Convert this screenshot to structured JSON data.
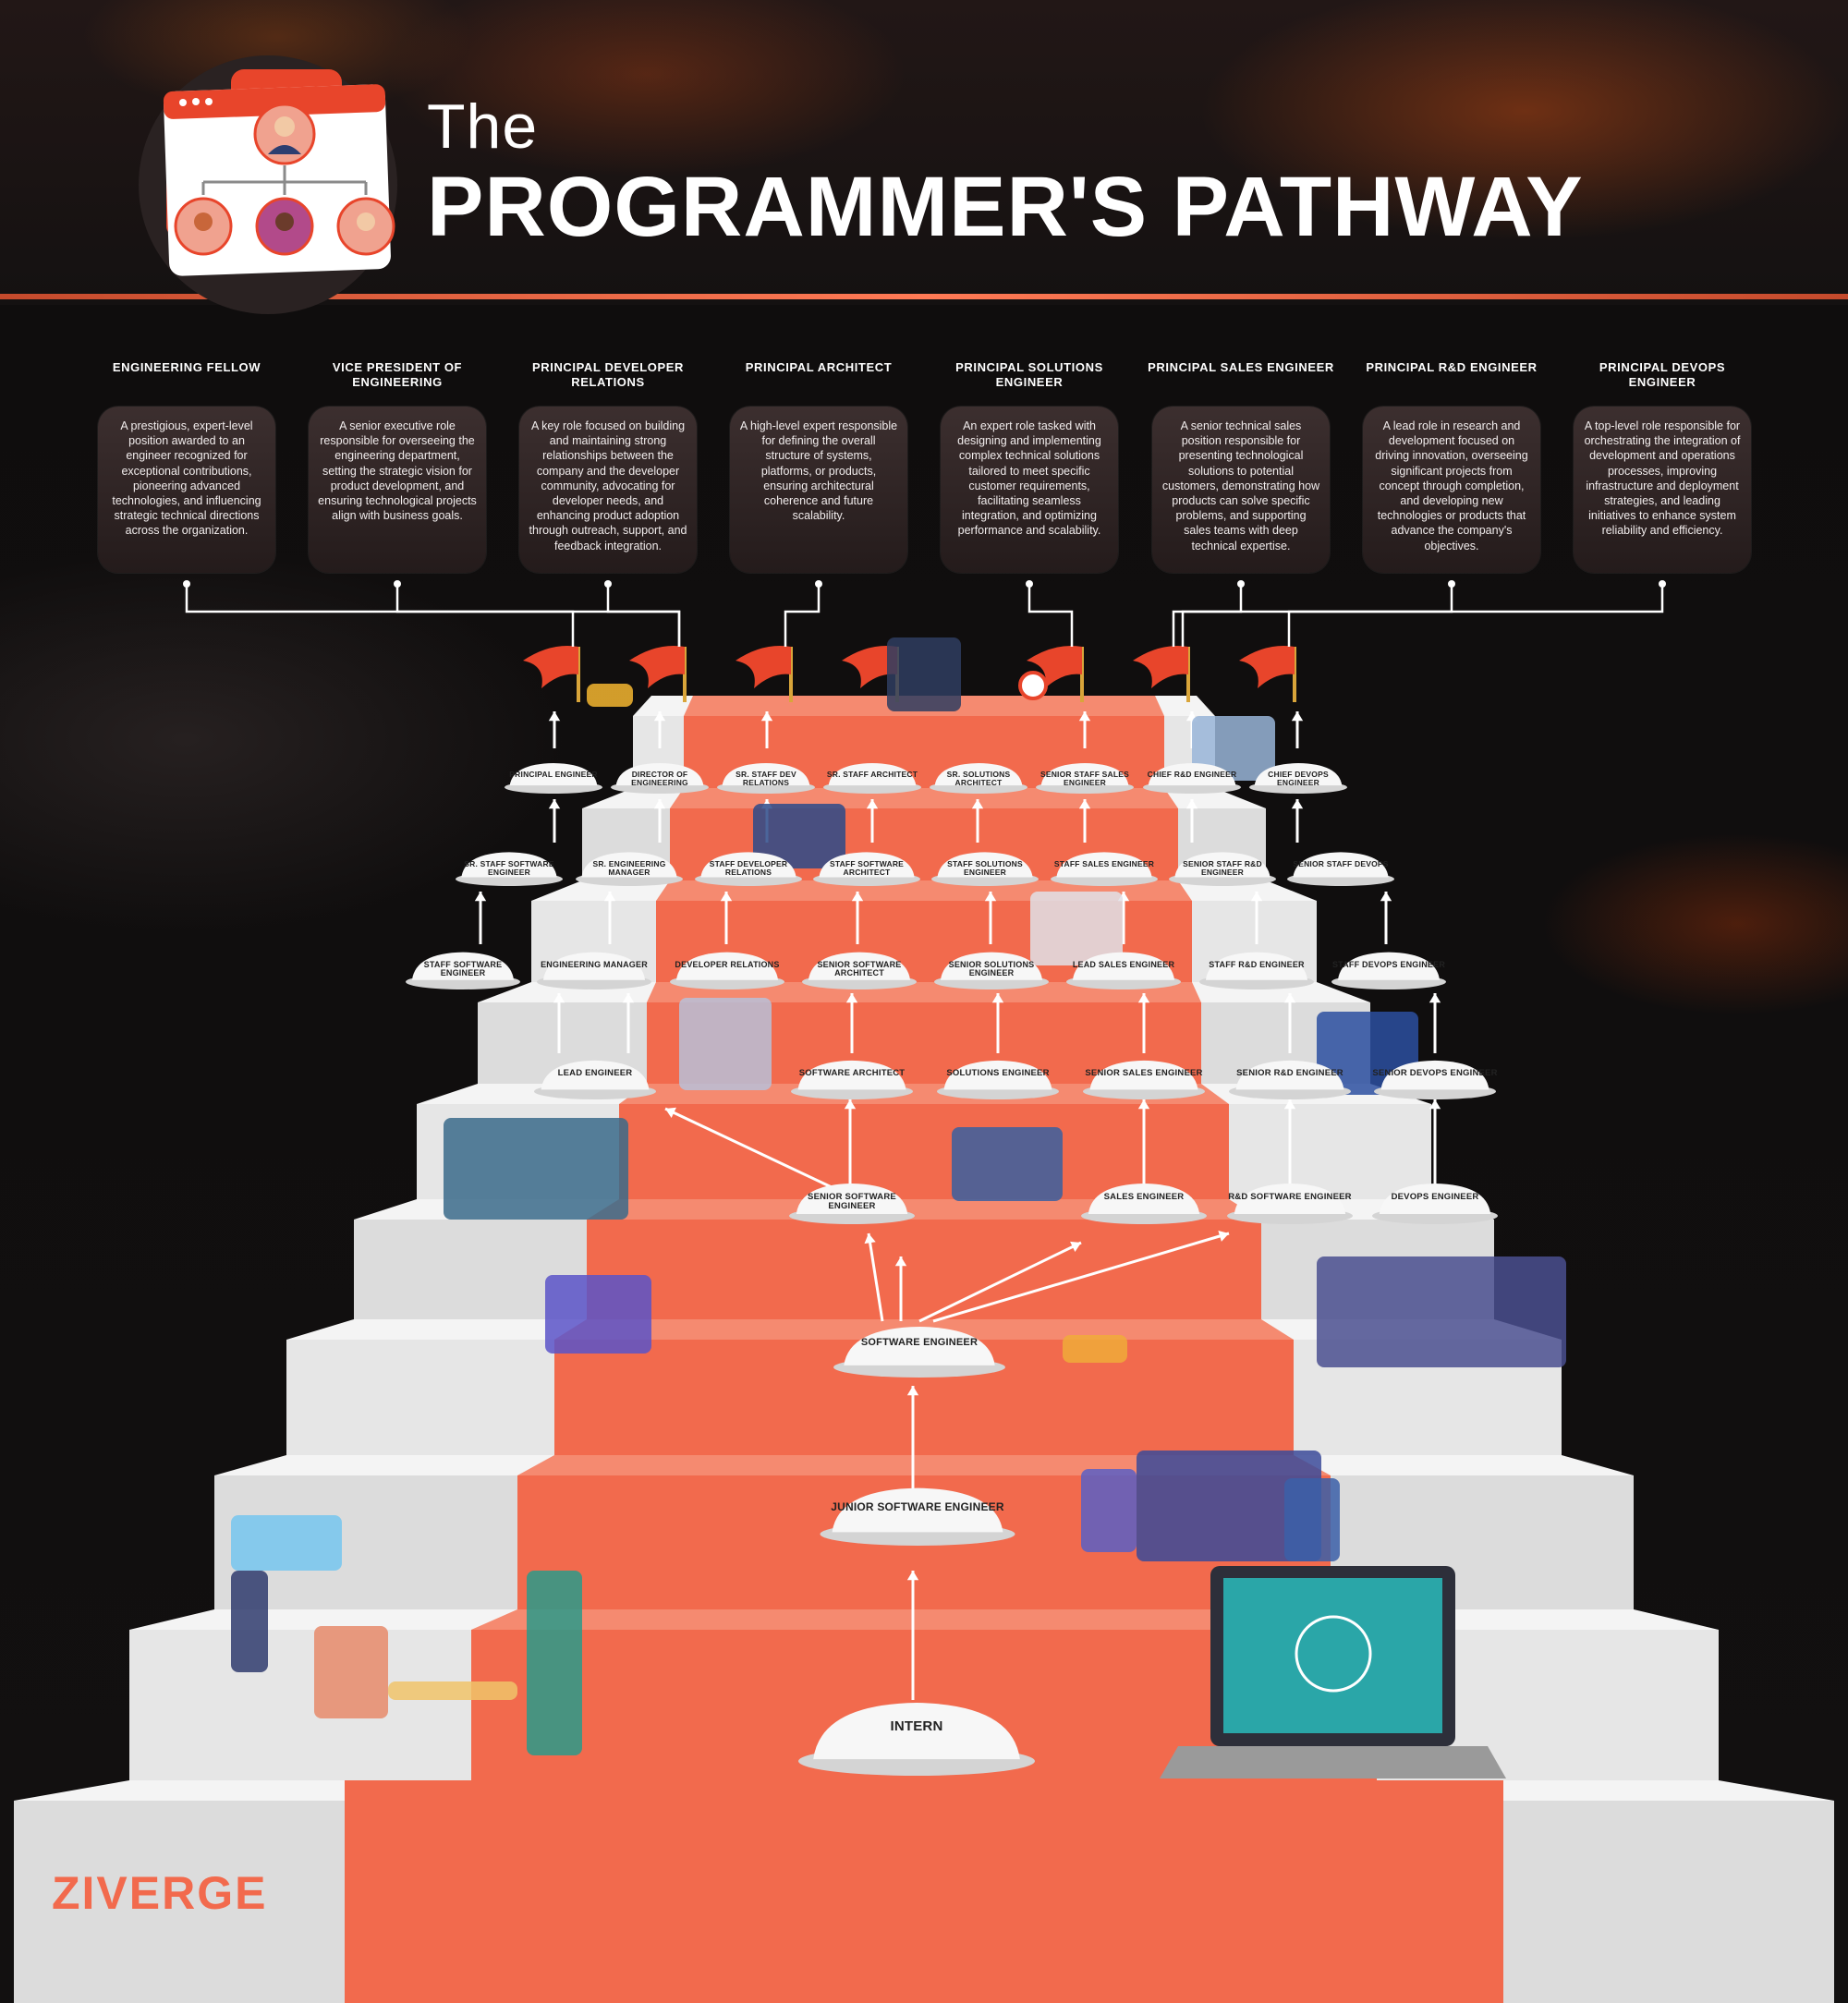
{
  "header": {
    "title_small": "The",
    "title_big": "PROGRAMMER'S PATHWAY"
  },
  "top_roles": [
    {
      "title": "ENGINEERING FELLOW",
      "description": "A prestigious, expert-level position awarded to an engineer recognized for exceptional contributions, pioneering advanced technologies, and influencing strategic technical directions across the organization."
    },
    {
      "title": "VICE PRESIDENT OF ENGINEERING",
      "description": "A senior executive role responsible for overseeing the engineering department, setting the strategic vision for product development, and ensuring technological projects align with business goals."
    },
    {
      "title": "PRINCIPAL DEVELOPER RELATIONS",
      "description": "A key role focused on building and maintaining strong relationships between the company and the developer community, advocating for developer needs, and enhancing product adoption through outreach, support, and feedback integration."
    },
    {
      "title": "PRINCIPAL ARCHITECT",
      "description": "A high-level expert responsible for defining the overall structure of systems, platforms, or products, ensuring architectural coherence and future scalability."
    },
    {
      "title": "PRINCIPAL SOLUTIONS ENGINEER",
      "description": "An expert role tasked with designing and implementing complex technical solutions tailored to meet specific customer requirements, facilitating seamless integration, and optimizing performance and scalability."
    },
    {
      "title": "PRINCIPAL SALES ENGINEER",
      "description": "A senior technical sales position responsible for presenting technological solutions to potential customers, demonstrating how products can solve specific problems, and supporting sales teams with deep technical expertise."
    },
    {
      "title": "PRINCIPAL R&D ENGINEER",
      "description": "A lead role in research and development focused on driving innovation, overseeing significant projects from concept through completion, and developing new technologies or products that advance the company's objectives."
    },
    {
      "title": "PRINCIPAL DEVOPS ENGINEER",
      "description": "A top-level role responsible for orchestrating the integration of development and operations processes, improving infrastructure and deployment strategies, and leading initiatives to enhance system reliability and efficiency."
    }
  ],
  "pathway": {
    "row1": [
      "PRINCIPAL ENGINEER",
      "DIRECTOR OF ENGINEERING",
      "SR. STAFF DEV RELATIONS",
      "SR. STAFF ARCHITECT",
      "SR. SOLUTIONS ARCHITECT",
      "SENIOR STAFF SALES ENGINEER",
      "CHIEF R&D ENGINEER",
      "CHIEF DEVOPS ENGINEER"
    ],
    "row2": [
      "SR. STAFF SOFTWARE ENGINEER",
      "SR. ENGINEERING MANAGER",
      "STAFF DEVELOPER RELATIONS",
      "STAFF SOFTWARE ARCHITECT",
      "STAFF SOLUTIONS ENGINEER",
      "STAFF SALES ENGINEER",
      "SENIOR STAFF R&D ENGINEER",
      "SENIOR STAFF DEVOPS"
    ],
    "row3": [
      "STAFF SOFTWARE ENGINEER",
      "ENGINEERING MANAGER",
      "DEVELOPER RELATIONS",
      "SENIOR SOFTWARE ARCHITECT",
      "SENIOR SOLUTIONS ENGINEER",
      "LEAD SALES ENGINEER",
      "STAFF R&D ENGINEER",
      "STAFF DEVOPS ENGINEER"
    ],
    "row4": [
      "LEAD ENGINEER",
      "SOFTWARE ARCHITECT",
      "SOLUTIONS ENGINEER",
      "SENIOR SALES ENGINEER",
      "SENIOR R&D ENGINEER",
      "SENIOR DEVOPS ENGINEER"
    ],
    "row5": [
      "SENIOR SOFTWARE ENGINEER",
      "SALES ENGINEER",
      "R&D SOFTWARE ENGINEER",
      "DEVOPS ENGINEER"
    ],
    "software_engineer": "SOFTWARE ENGINEER",
    "junior": "JUNIOR SOFTWARE ENGINEER",
    "intern": "INTERN"
  },
  "brand": "ZIVERGE",
  "colors": {
    "carpet": "#f26a4d",
    "accent": "#e8452b",
    "step": "#e7e7e7",
    "background": "#0f0d0d"
  }
}
